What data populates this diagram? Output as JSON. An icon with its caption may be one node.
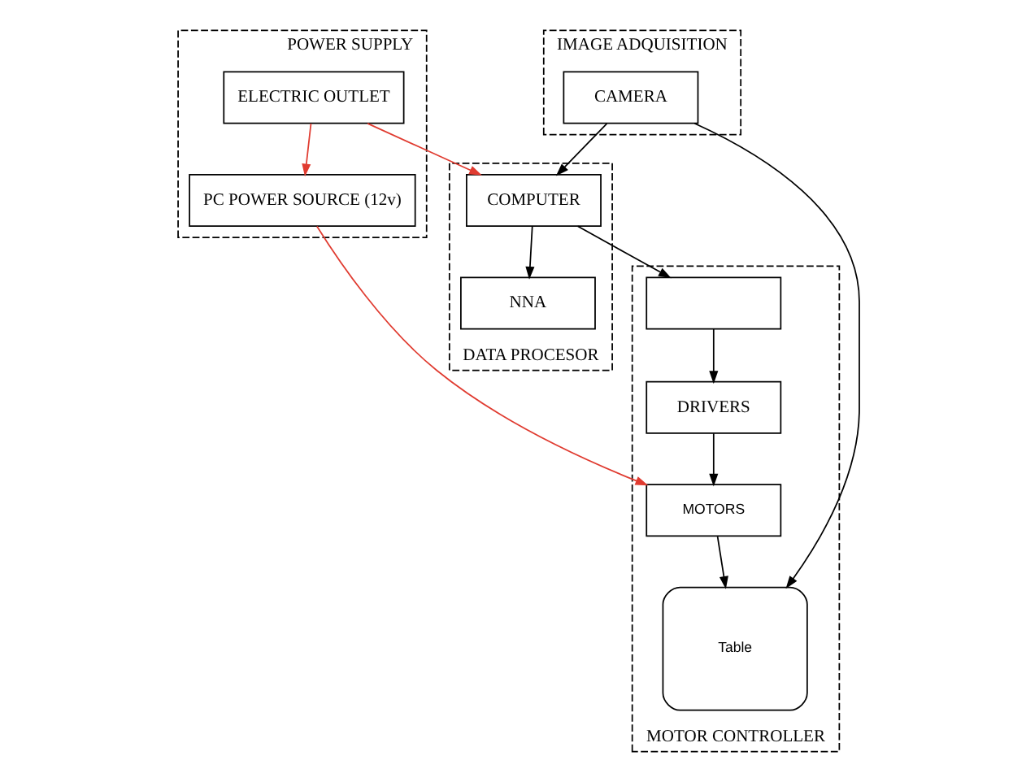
{
  "diagram": {
    "nodes": [
      {
        "text": [
          "POWER SUPPLY"
        ]
      },
      {
        "text": [
          "ELECTRIC OUTLET"
        ],
        "in": 0
      },
      {
        "text": [
          "PC POWER SOURCE (12v)"
        ],
        "in": 0
      },
      {
        "text": [
          "IMAGE ADQUISITION"
        ]
      },
      {
        "text": [
          "CAMERA"
        ],
        "in": 3
      },
      {
        "text": [
          "DATA PROCESOR"
        ]
      },
      {
        "text": [
          "COMPUTER"
        ],
        "in": 5
      },
      {
        "text": [
          "NNA"
        ],
        "in": 5
      },
      {
        "text": [
          "MOTOR CONTROLLER"
        ]
      },
      {
        "text": [],
        "shape": "box",
        "in": 8
      },
      {
        "text": [
          "DRIVERS"
        ],
        "in": 8
      },
      {
        "text": [
          "MOTORS"
        ],
        "in": 8
      },
      {
        "text": [
          "Table"
        ],
        "in": 8
      }
    ],
    "edges": [
      {
        "from": 1,
        "to": 2,
        "arrow": "to",
        "color": "#e03c31"
      },
      {
        "from": 1,
        "to": 6,
        "arrow": "to",
        "color": "#e03c31"
      },
      {
        "from": 2,
        "to": 11,
        "arrow": "to",
        "color": "#e03c31"
      },
      {
        "from": 4,
        "to": 6,
        "arrow": "to"
      },
      {
        "from": 4,
        "to": 12,
        "arrow": "to"
      },
      {
        "from": 6,
        "to": 7,
        "arrow": "to"
      },
      {
        "from": 6,
        "to": 9,
        "arrow": "to"
      },
      {
        "from": 9,
        "to": 10,
        "arrow": "to"
      },
      {
        "from": 10,
        "to": 11,
        "arrow": "to"
      },
      {
        "from": 11,
        "to": 12,
        "arrow": "to"
      }
    ]
  }
}
